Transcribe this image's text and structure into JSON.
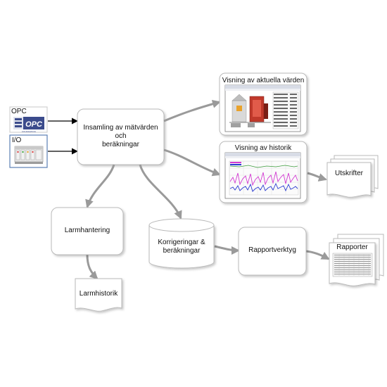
{
  "sources": {
    "opc": {
      "label": "OPC",
      "logo_text": "OPC",
      "logo_subtext": "FOUNDATION"
    },
    "io": {
      "label": "I/O"
    }
  },
  "nodes": {
    "collect_line1": "Insamling av mätvärden",
    "collect_line2": "och",
    "collect_line3": "beräkningar",
    "alarm": "Larmhantering",
    "alarm_history": "Larmhistorik",
    "corrections_line1": "Korrigeringar &",
    "corrections_line2": "beräkningar",
    "report_tool": "Rapportverktyg",
    "printouts": "Utskrifter",
    "reports": "Rapporter"
  },
  "screens": {
    "current_values": {
      "title": "Visning av aktuella värden"
    },
    "history": {
      "title": "Visning av historik"
    }
  },
  "colors": {
    "arrow_gray": "#9a9a9a",
    "arrow_black": "#000000",
    "node_border": "#b9b9b9",
    "io_border": "#5b7fb4",
    "trend_magenta": "#d23ad2",
    "trend_blue": "#2a3cd0",
    "trend_green": "#3a9a3a",
    "boiler_red": "#c0392b"
  }
}
